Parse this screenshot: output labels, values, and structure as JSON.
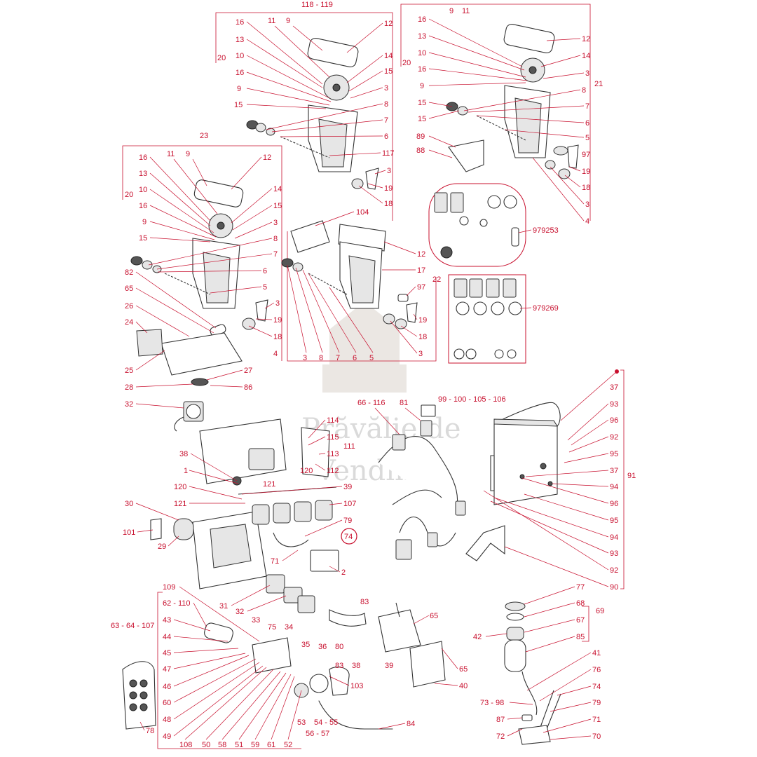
{
  "colors": {
    "label": "#c8102e",
    "line": "#333333",
    "watermark": "#bbbbbb"
  },
  "watermark": {
    "line1": "Prăvălie de",
    "line2": "Vending"
  },
  "group_titles": {
    "g118": "118 - 119",
    "g23": "23",
    "g91": "91",
    "g69": "69",
    "g111": "111",
    "g99": "99 - 100 - 105 - 106"
  },
  "kits": {
    "k1": "979253",
    "k2": "979269"
  },
  "circled": "74",
  "labels": {
    "a": [
      "16",
      "11",
      "9",
      "12",
      "13",
      "14",
      "10",
      "15",
      "16",
      "3",
      "9",
      "8",
      "15",
      "7",
      "6",
      "117",
      "3",
      "19",
      "18",
      "20"
    ],
    "b": [
      "9",
      "11",
      "16",
      "12",
      "13",
      "14",
      "10",
      "3",
      "16",
      "8",
      "9",
      "7",
      "15",
      "6",
      "15",
      "5",
      "20",
      "21",
      "97",
      "19",
      "18",
      "3",
      "4"
    ],
    "c": [
      "16",
      "11",
      "9",
      "12",
      "13",
      "14",
      "10",
      "15",
      "16",
      "3",
      "9",
      "8",
      "15",
      "7",
      "6",
      "5",
      "3",
      "19",
      "18",
      "20",
      "4"
    ],
    "left": [
      "82",
      "65",
      "26",
      "24",
      "25",
      "28",
      "27",
      "86",
      "32"
    ],
    "mid": [
      "104",
      "12",
      "17",
      "97",
      "22",
      "19",
      "18",
      "3",
      "8",
      "7",
      "6",
      "5",
      "3",
      "89",
      "88"
    ],
    "machine": [
      "114",
      "115",
      "113",
      "112",
      "120",
      "121",
      "39",
      "107",
      "79",
      "38",
      "1",
      "120",
      "121",
      "30",
      "101",
      "29",
      "71",
      "2",
      "66 - 116",
      "81"
    ],
    "panel": [
      "37",
      "93",
      "96",
      "92",
      "95",
      "37",
      "94",
      "96",
      "95",
      "94",
      "93",
      "92",
      "90"
    ],
    "bottom": [
      "109",
      "62 - 110",
      "43",
      "63 - 64 - 107",
      "44",
      "45",
      "47",
      "46",
      "60",
      "48",
      "49",
      "108",
      "50",
      "58",
      "51",
      "59",
      "61",
      "52",
      "31",
      "32",
      "33",
      "75",
      "34",
      "35",
      "36",
      "80",
      "83",
      "38",
      "39",
      "65",
      "83",
      "65",
      "40",
      "103",
      "53",
      "54 - 55",
      "56 - 57",
      "84",
      "78"
    ],
    "right_bottom": [
      "77",
      "68",
      "67",
      "42",
      "85",
      "41",
      "76",
      "74",
      "73 - 98",
      "79",
      "87",
      "71",
      "72",
      "70"
    ]
  }
}
